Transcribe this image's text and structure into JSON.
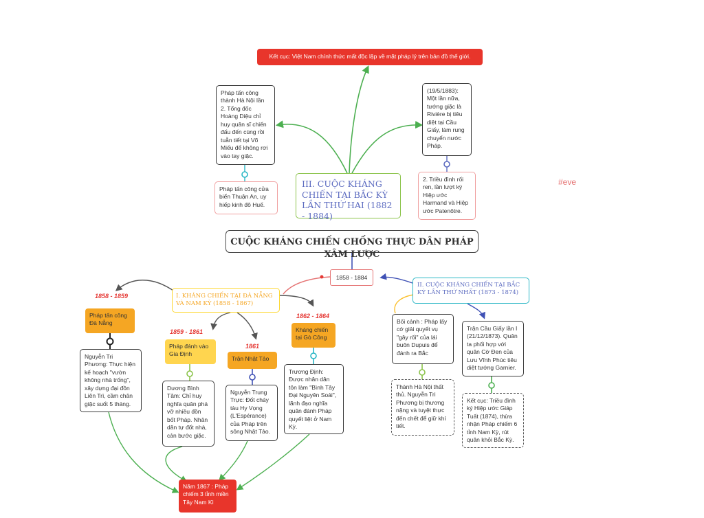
{
  "top_result": "Kết cục: Việt Nam chính thức mất độc lập về mặt pháp lý trên bản đồ thế giới.",
  "central_title": "CUỘC KHÁNG CHIẾN CHỐNG THỰC DÂN PHÁP XÂM LƯỢC",
  "central_period": "1858 - 1884",
  "watermark": "#eve",
  "branch3": {
    "title": "III. CUỘC KHÁNG CHIẾN TẠI BẮC KỲ LẦN THỨ HAI (1882 - 1884)",
    "left_top": "Pháp tấn công thành Hà Nội lần 2. Tổng đốc Hoàng Diệu chỉ huy quân sĩ chiến đấu đến cùng rồi tuẫn tiết tại Võ Miếu để không rơi vào tay giặc.",
    "left_bottom": "Pháp tấn công cửa biển Thuận An, uy hiếp kinh đô Huế.",
    "right_top": "(19/5/1883): Một lần nữa, tướng giặc là Rivière bị tiêu diệt tại Cầu Giấy, làm rung chuyển nước Pháp.",
    "right_bottom": "2. Triều đình rối ren, lần lượt ký Hiệp ước Harmand và Hiệp ước Patenôtre."
  },
  "branch1": {
    "title": "I. KHÁNG CHIẾN TẠI ĐÀ NẴNG VÀ NAM KỲ (1858 - 1867)",
    "year_a": "1858 - 1859",
    "node_a": "Pháp tấn công Đà Nẵng",
    "detail_a": "Nguyễn Tri Phương: Thực hiện kế hoạch \"vườn không nhà trống\", xây dựng đại đồn Liên Trì, cầm chân giặc suốt 5 tháng.",
    "year_b": "1859 - 1861",
    "node_b": "Pháp đánh vào Gia Định",
    "detail_b": "Dương Bình Tâm: Chỉ huy nghĩa quân phá vỡ nhiều đồn bốt Pháp. Nhân dân tự đốt nhà, cản bước giặc.",
    "year_c": "1861",
    "node_c": "Trận Nhật Tảo",
    "detail_c": "Nguyễn Trung Trực: Đốt cháy tàu Hy Vọng (L'Espérance) của Pháp trên sông Nhật Tảo.",
    "year_d": "1862 - 1864",
    "node_d": "Kháng chiến tại Gò Công",
    "detail_d": "Trương Định: Được nhân dân tôn làm \"Bình Tây Đại Nguyên Soái\", lãnh đạo nghĩa quân đánh Pháp quyết liệt ở Nam Kỳ.",
    "result": "Năm 1867 : Pháp chiếm 3 tỉnh miền Tây Nam Kì"
  },
  "branch2": {
    "title": "II. CUỘC KHÁNG CHIẾN TẠI BẮC KỲ LẦN THỨ NHẤT (1873 - 1874)",
    "context": "Bối cảnh : Pháp lấy cớ giải quyết vụ \"gây rối\" của lái buôn Dupuis để đánh ra Bắc",
    "context_detail": "Thành Hà Nội thất thủ. Nguyễn Tri Phương bị thương nặng và tuyệt thực đến chết để giữ khí tiết.",
    "battle": "Trận Cầu Giấy lần I (21/12/1873). Quân ta phối hợp với quân Cờ Đen của Lưu Vĩnh Phúc tiêu diệt tướng Garnier.",
    "battle_result": "Kết cục: Triều đình ký Hiệp ước Giáp Tuất (1874), thừa nhận Pháp chiếm 6 tỉnh Nam Kỳ, rút quân khỏi Bắc Kỳ."
  }
}
